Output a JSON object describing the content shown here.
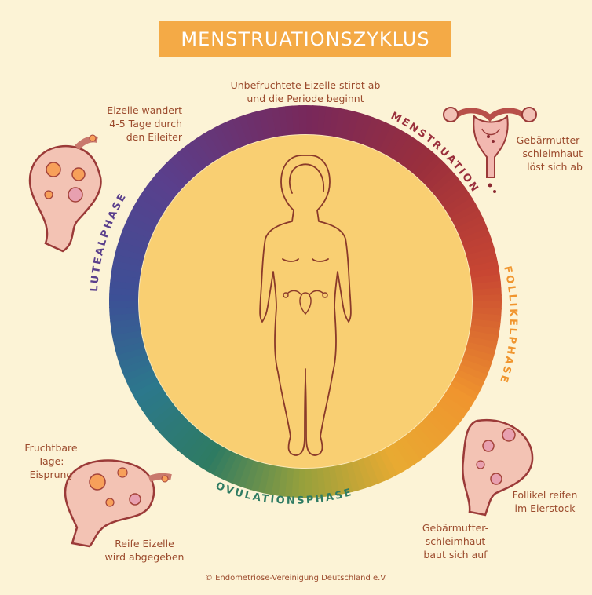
{
  "title": "MENSTRUATIONSZYKLUS",
  "phases": {
    "menstruation": "MENSTRUATION",
    "follikel": "FOLLIKELPHASE",
    "ovulation": "OVULATIONSPHASE",
    "luteal": "LUTEALPHASE"
  },
  "captions": {
    "top": [
      "Unbefruchtete Eizelle stirbt ab",
      "und die Periode beginnt"
    ],
    "uterus_right": [
      "Gebärmutter-",
      "schleimhaut",
      "löst sich ab"
    ],
    "luteal_top": [
      "Eizelle wandert",
      "4-5 Tage durch",
      "den Eileiter"
    ],
    "fertile": [
      "Fruchtbare",
      "Tage:",
      "Eisprung"
    ],
    "mature_egg": [
      "Reife Eizelle",
      "wird abgegeben"
    ],
    "follicle": [
      "Follikel reifen",
      "im Eierstock"
    ],
    "lining_builds": [
      "Gebärmutter-",
      "schleimhaut",
      "baut sich auf"
    ]
  },
  "footer": "© Endometriose-Vereinigung Deutschland e.V.",
  "colors": {
    "background": "#fcf3d6",
    "title_box": "#f4aa46",
    "inner_circle": "#f9cf72",
    "caption_text": "#9b4a2c",
    "menstruation": "#9a2f3c",
    "follikel": "#f0952e",
    "ovulation": "#2e7b62",
    "luteal": "#5a3f8c"
  },
  "icons": [
    "uterus-icon",
    "woman-figure-icon",
    "ovary-icon"
  ]
}
